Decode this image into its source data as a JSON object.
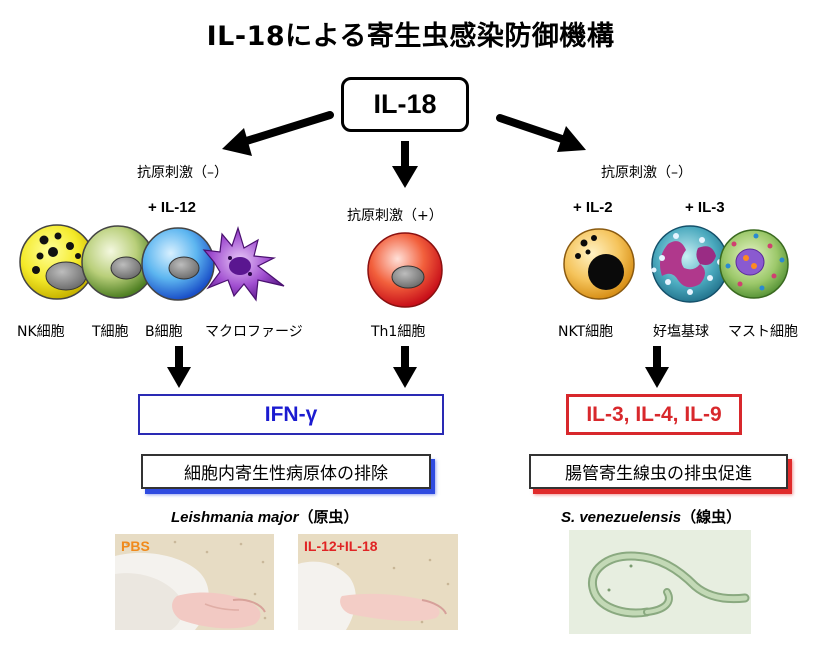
{
  "title": "IL-18による寄生虫感染防御機構",
  "center": "IL-18",
  "left_branch": {
    "stim": "抗原刺激（–）",
    "plus": "+ IL-12",
    "cells": [
      "NK細胞",
      "T細胞",
      "B細胞",
      "マクロファージ"
    ]
  },
  "middle_branch": {
    "stim": "抗原刺激（+）",
    "cells": [
      "Th1細胞"
    ]
  },
  "right_branch": {
    "stim": "抗原刺激（–）",
    "plus_a": "+ IL-2",
    "plus_b": "+ IL-3",
    "cells": [
      "NKT細胞",
      "好塩基球",
      "マスト細胞"
    ]
  },
  "results": {
    "left": "IFN-γ",
    "right": "IL-3, IL-4, IL-9"
  },
  "outcomes": {
    "left": "細胞内寄生性病原体の排除",
    "right": "腸管寄生線虫の排虫促進"
  },
  "pathogens": {
    "left_italic": "Leishmania major",
    "left_suffix": "（原虫）",
    "right_italic": "S. venezuelensis",
    "right_suffix": "（線虫）"
  },
  "photos": {
    "pbs_label": "PBS",
    "treated_label": "IL-12+IL-18"
  },
  "colors": {
    "ifn_blue": "#1b1bd0",
    "il_red": "#d8282c",
    "pbs_orange": "#f08a1c",
    "treated_red": "#e02424"
  }
}
